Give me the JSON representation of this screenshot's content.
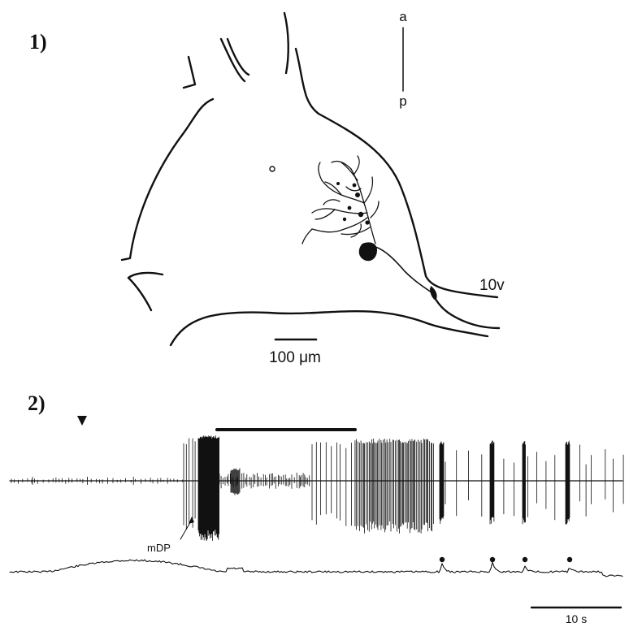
{
  "panel1": {
    "label": "1)",
    "orientation_top": "a",
    "orientation_bottom": "p",
    "nerve_label": "10v",
    "scale_bar_label": "100 μm"
  },
  "panel2": {
    "label": "2)",
    "mdp_label": "mDP",
    "time_scale_label": "10 s"
  }
}
